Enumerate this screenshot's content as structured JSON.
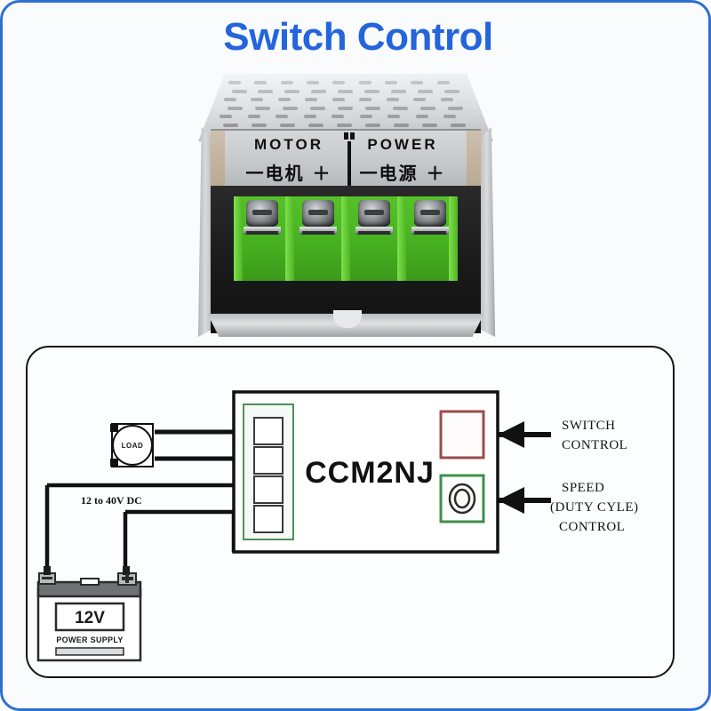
{
  "page": {
    "title": "Switch Control",
    "title_color": "#2464dc",
    "frame_color": "#2f6fd0",
    "background": "#fafbfd"
  },
  "product_photo": {
    "label_top_left": "MOTOR",
    "label_top_right": "POWER",
    "label_bottom_left": "一电机 ＋",
    "label_bottom_right": "一电源 ＋",
    "terminal_count": 4,
    "terminal_color": "#49b522",
    "case_color": "#cfd2d4"
  },
  "diagram": {
    "module": {
      "name": "CCM2NJ",
      "terminal_strip": {
        "count": 4,
        "border_color": "#4f8f5a"
      },
      "switch": {
        "border_color": "#9e4b4b",
        "fill": "#fdfbfb"
      },
      "potentiometer": {
        "border_color": "#3f8f4c",
        "fill": "#fbfdfb"
      }
    },
    "load": {
      "label": "LOAD"
    },
    "supply_label": "12 to 40V DC",
    "battery": {
      "voltage": "12V",
      "caption": "POWER SUPPLY",
      "negative_terminal": "−",
      "positive_terminal": "+"
    },
    "callouts": [
      {
        "id": "switch-control",
        "lines": [
          "SWITCH",
          "CONTROL"
        ]
      },
      {
        "id": "speed-control",
        "lines": [
          "SPEED",
          "(DUTY CYLE)",
          "CONTROL"
        ]
      }
    ]
  }
}
